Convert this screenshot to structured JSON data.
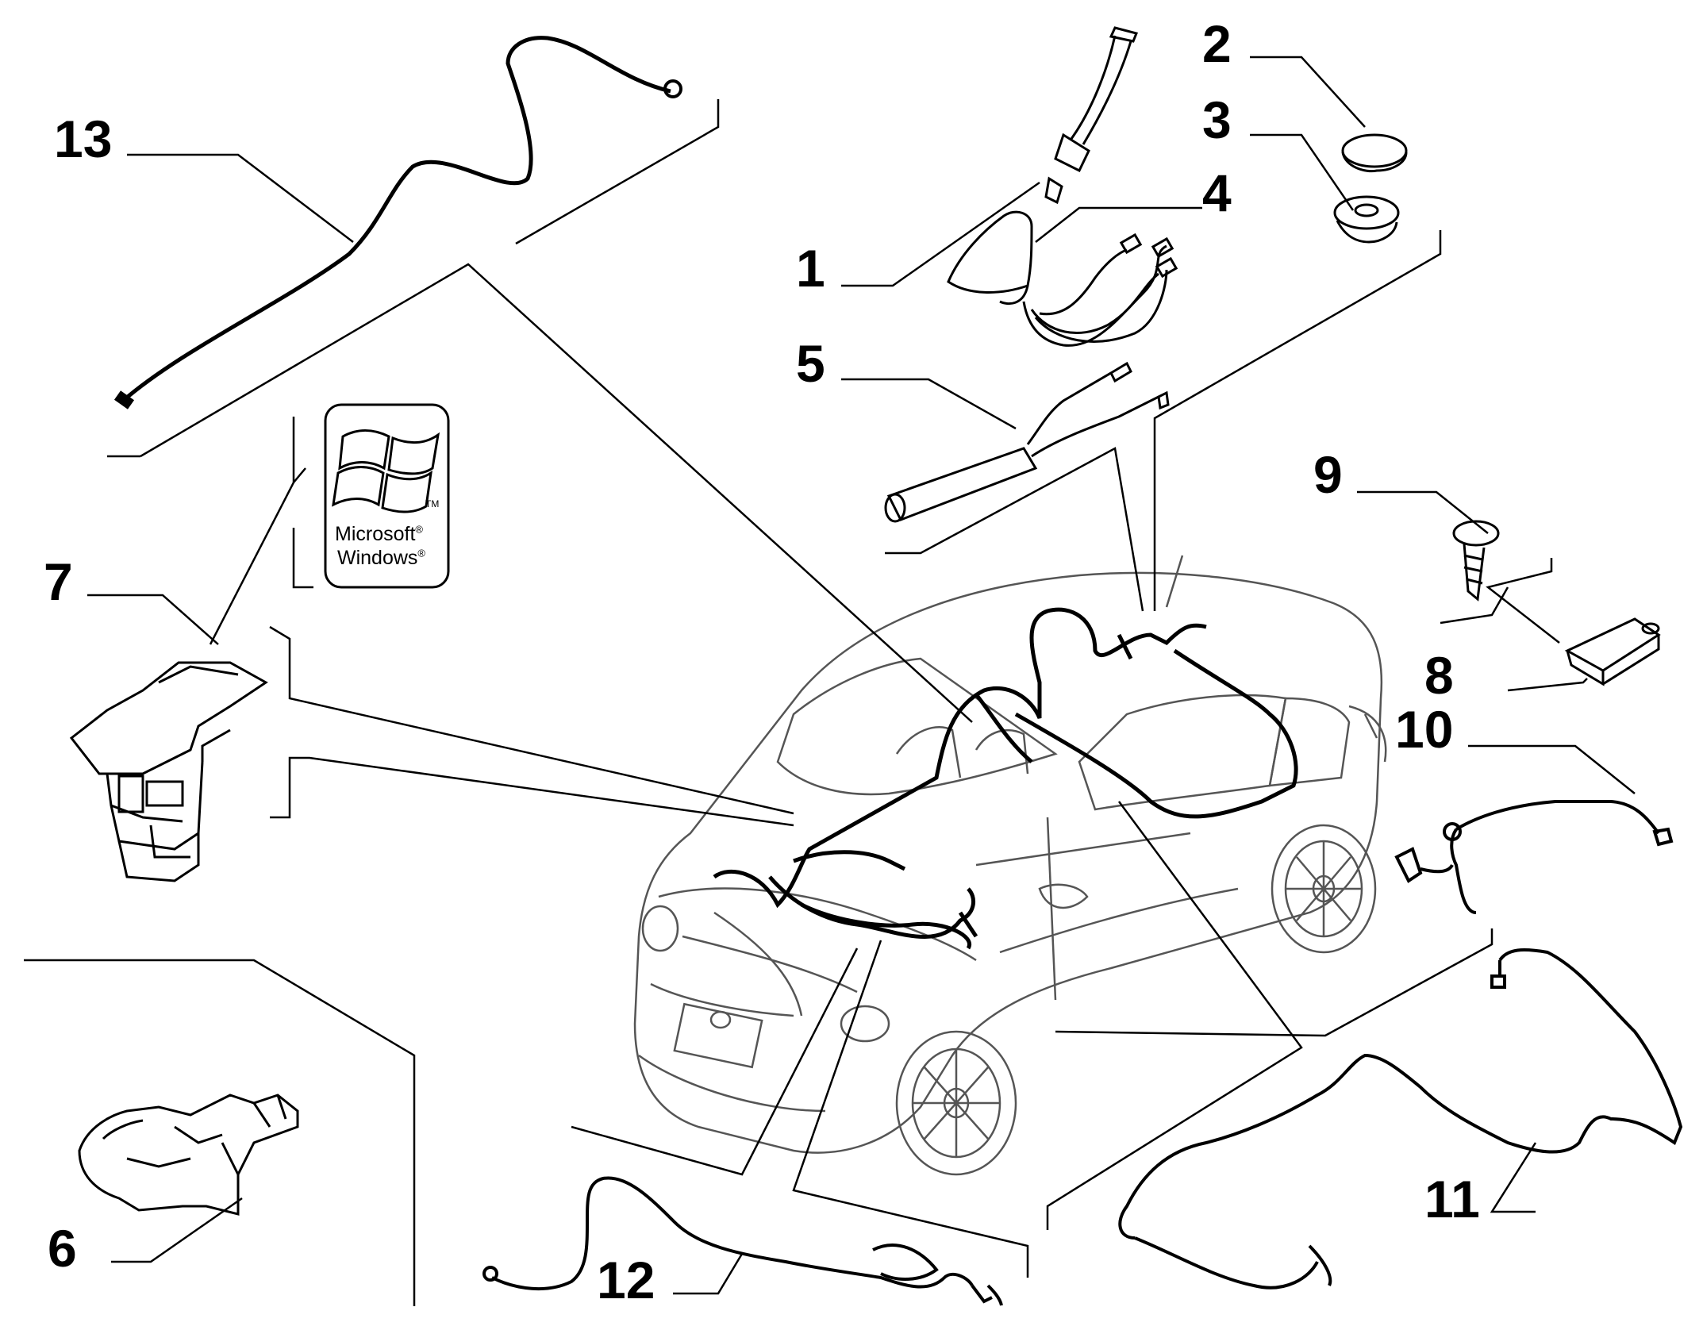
{
  "callouts": {
    "c1": "1",
    "c2": "2",
    "c3": "3",
    "c4": "4",
    "c5": "5",
    "c6": "6",
    "c7": "7",
    "c8": "8",
    "c9": "9",
    "c10": "10",
    "c11": "11",
    "c12": "12",
    "c13": "13"
  },
  "logo": {
    "line1": "Microsoft",
    "line2": "Windows",
    "reg_mark": "®",
    "tm_mark": "TM"
  },
  "colors": {
    "ink": "#000000",
    "background": "#ffffff",
    "car_gray": "#555555"
  }
}
